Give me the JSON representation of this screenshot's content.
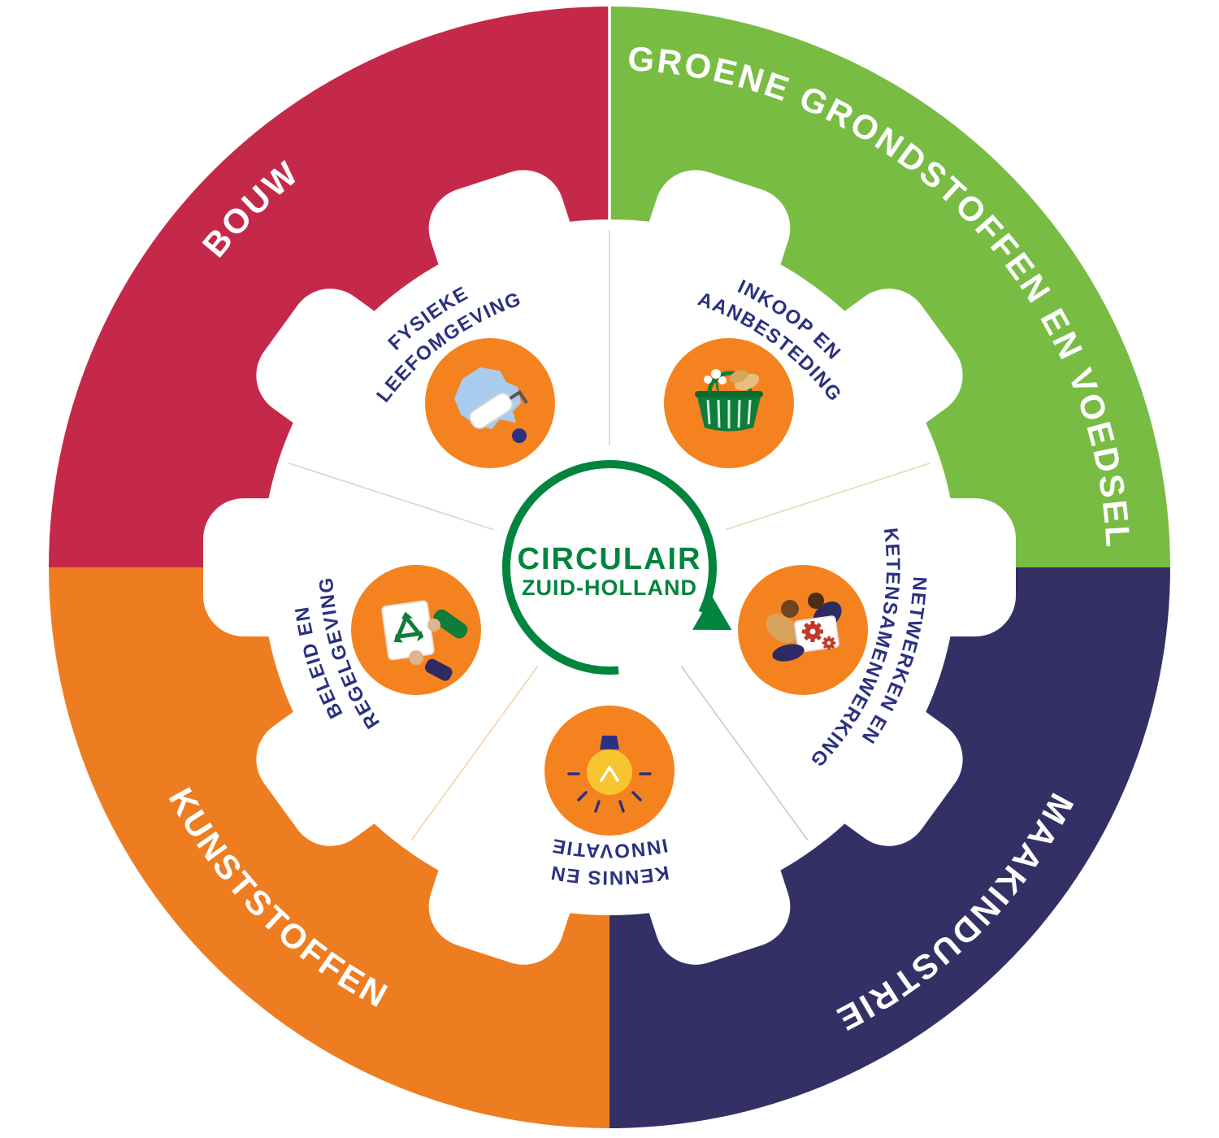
{
  "center": {
    "line1": "CIRCULAIR",
    "line2": "ZUID-HOLLAND",
    "color": "#00843E"
  },
  "outer_segments": [
    {
      "id": "bouw",
      "label": "BOUW",
      "color": "#C5294A"
    },
    {
      "id": "groene-grondstoffen-en-voedsel",
      "label": "GROENE GRONDSTOFFEN EN VOEDSEL",
      "color": "#79BC44"
    },
    {
      "id": "maakindustrie",
      "label": "MAAKINDUSTRIE",
      "color": "#343066"
    },
    {
      "id": "kunststoffen",
      "label": "KUNSTSTOFFEN",
      "color": "#EE7D22"
    }
  ],
  "gear_items": [
    {
      "line1": "FYSIEKE",
      "line2": "LEEFOMGEVING",
      "icon": "map-paint-roller-icon"
    },
    {
      "line1": "INKOOP EN",
      "line2": "AANBESTEDING",
      "icon": "shopping-basket-icon"
    },
    {
      "line1": "NETWERKEN EN",
      "line2": "KETENSAMENWERKING",
      "icon": "people-gears-icon"
    },
    {
      "line1": "KENNIS EN",
      "line2": "INNOVATIE",
      "icon": "lightbulb-icon"
    },
    {
      "line1": "BELEID EN",
      "line2": "REGELGEVING",
      "icon": "recycle-document-icon"
    }
  ],
  "colors": {
    "label_text": "#2B3180",
    "icon_circle": "#F4831F",
    "gear_white": "#FFFFFF",
    "accent_green": "#0E7C3A"
  }
}
